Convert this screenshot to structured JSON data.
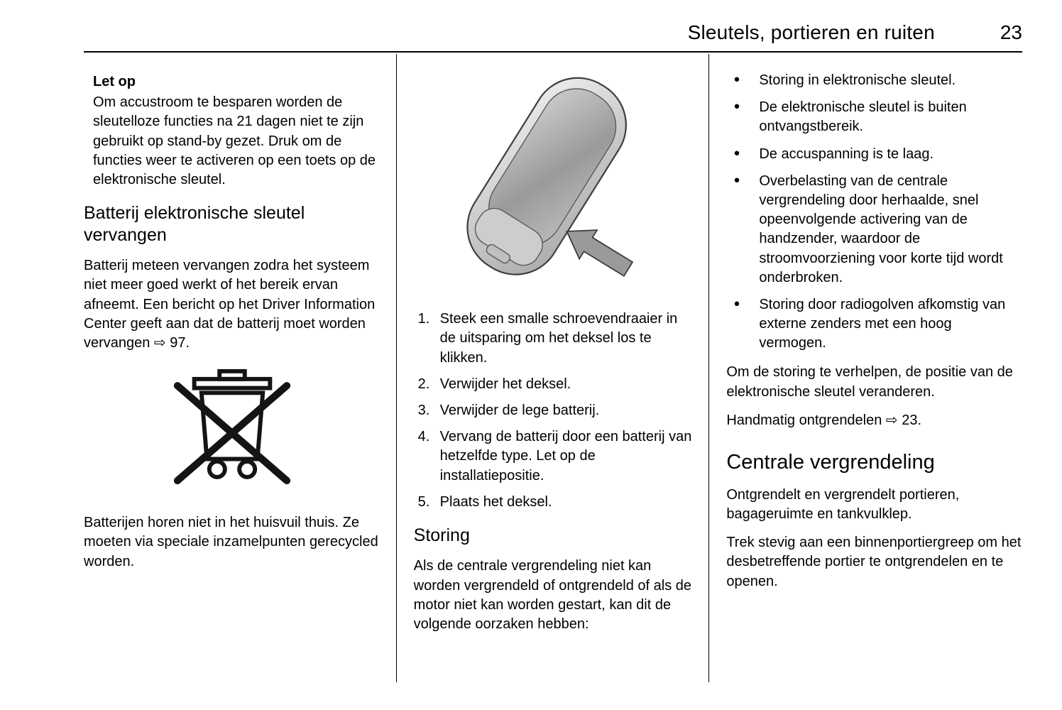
{
  "header": {
    "title": "Sleutels, portieren en ruiten",
    "page_number": "23"
  },
  "left": {
    "note_heading": "Let op",
    "note_text": "Om accustroom te besparen worden de sleutelloze functies na 21 dagen niet te zijn gebruikt op stand-by gezet. Druk om de functies weer te activeren op een toets op de elektronische sleutel.",
    "section_heading": "Batterij elektronische sleutel vervangen",
    "para_battery": "Batterij meteen vervangen zodra het systeem niet meer goed werkt of het bereik ervan afneemt. Een bericht op het Driver Information Center geeft aan dat de batterij moet worden vervangen ⇨ 97.",
    "para_disposal": "Batterijen horen niet in het huisvuil thuis. Ze moeten via speciale inzamelpunten gerecycled worden."
  },
  "middle": {
    "steps": [
      {
        "num": "1.",
        "text": "Steek een smalle schroevendraaier in de uitsparing om het deksel los te klikken."
      },
      {
        "num": "2.",
        "text": "Verwijder het deksel."
      },
      {
        "num": "3.",
        "text": "Verwijder de lege batterij."
      },
      {
        "num": "4.",
        "text": "Vervang de batterij door een batterij van hetzelfde type. Let op de installatiepositie."
      },
      {
        "num": "5.",
        "text": "Plaats het deksel."
      }
    ],
    "storing_heading": "Storing",
    "storing_text": "Als de centrale vergrendeling niet kan worden vergrendeld of ontgrendeld of als de motor niet kan worden gestart, kan dit de volgende oorzaken hebben:"
  },
  "right": {
    "bullets": [
      "Storing in elektronische sleutel.",
      "De elektronische sleutel is buiten ontvangstbereik.",
      "De accuspanning is te laag.",
      "Overbelasting van de centrale vergrendeling door herhaalde, snel opeenvolgende activering van de handzender, waardoor de stroomvoorziening voor korte tijd wordt onderbroken.",
      "Storing door radiogolven afkomstig van externe zenders met een hoog vermogen."
    ],
    "para_fix": "Om de storing te verhelpen, de positie van de elektronische sleutel veranderen.",
    "para_manual": "Handmatig ontgrendelen ⇨ 23.",
    "section_heading": "Centrale vergrendeling",
    "para_central1": "Ontgrendelt en vergrendelt portieren, bagageruimte en tankvulklep.",
    "para_central2": "Trek stevig aan een binnenportiergreep om het desbetreffende portier te ontgrendelen en te openen."
  }
}
